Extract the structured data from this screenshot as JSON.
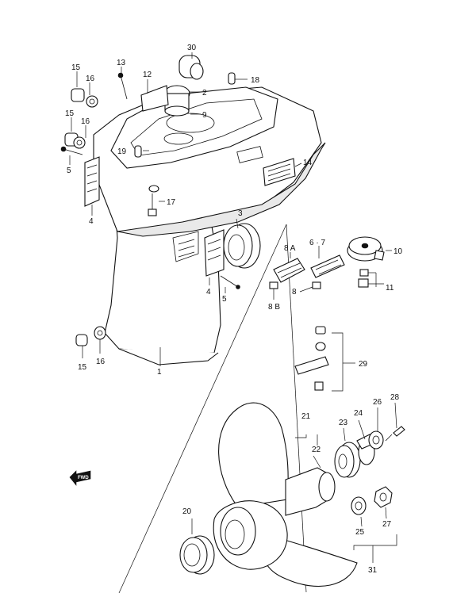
{
  "callouts": {
    "c1": "1",
    "c2": "2",
    "c3": "3",
    "c4a": "4",
    "c4b": "4",
    "c5a": "5",
    "c5b": "5",
    "c6_7": "6 · 7",
    "c8": "8",
    "c8a": "8 A",
    "c8b": "8 B",
    "c9": "9",
    "c10": "10",
    "c11": "11",
    "c12": "12",
    "c13": "13",
    "c14": "14",
    "c15a": "15",
    "c15b": "15",
    "c15c": "15",
    "c16a": "16",
    "c16b": "16",
    "c16c": "16",
    "c17": "17",
    "c18": "18",
    "c19": "19",
    "c20": "20",
    "c21": "21",
    "c22": "22",
    "c23": "23",
    "c24": "24",
    "c25": "25",
    "c26": "26",
    "c27": "27",
    "c28": "28",
    "c29": "29",
    "c30": "30",
    "c31": "31"
  },
  "fwd_marker": "FWD",
  "colors": {
    "ink": "#111111",
    "paper": "#ffffff",
    "shade": "#e9e9e9"
  }
}
